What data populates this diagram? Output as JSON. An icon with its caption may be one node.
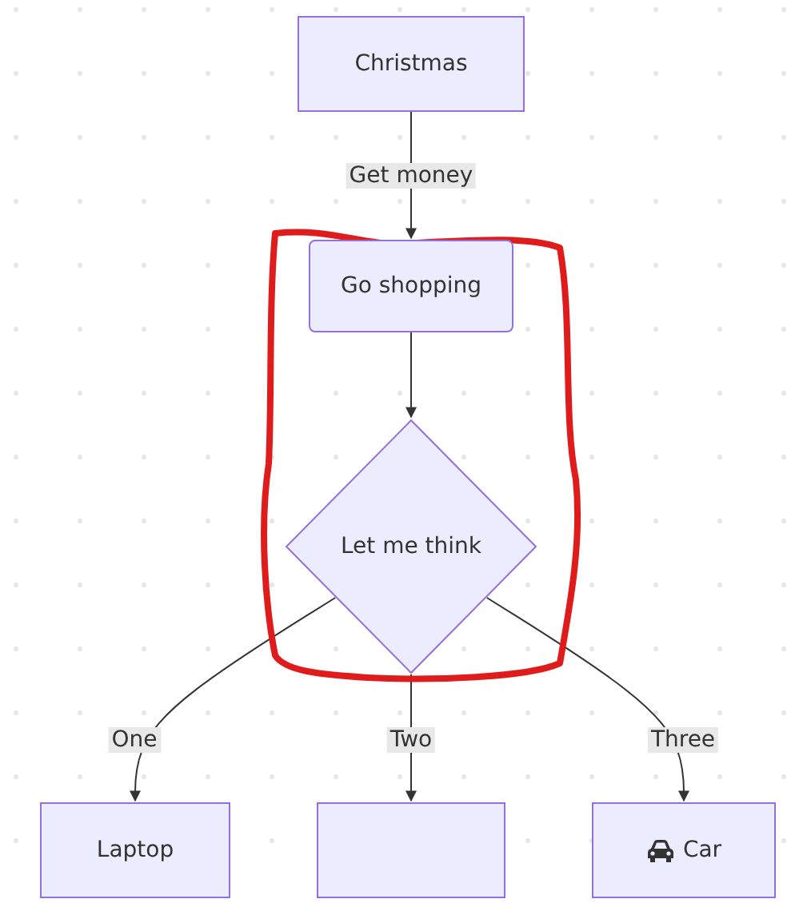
{
  "diagram": {
    "nodes": [
      {
        "text": [
          "Christmas"
        ]
      },
      {
        "text": [
          "Go shopping"
        ]
      },
      {
        "text": [
          "Let me think"
        ]
      },
      {
        "text": [
          "Laptop"
        ]
      },
      {
        "text": [],
        "shape": "box"
      },
      {
        "text": [
          "Car"
        ]
      }
    ],
    "edges": [
      {
        "from": 0,
        "to": 1,
        "arrow": "to",
        "label": "Get money"
      },
      {
        "from": 1,
        "to": 2,
        "arrow": "to"
      },
      {
        "from": 2,
        "to": 3,
        "arrow": "to",
        "label": "One"
      },
      {
        "from": 2,
        "to": 4,
        "arrow": "to",
        "label": "Two"
      },
      {
        "from": 2,
        "to": 5,
        "arrow": "to",
        "label": "Three"
      }
    ]
  }
}
